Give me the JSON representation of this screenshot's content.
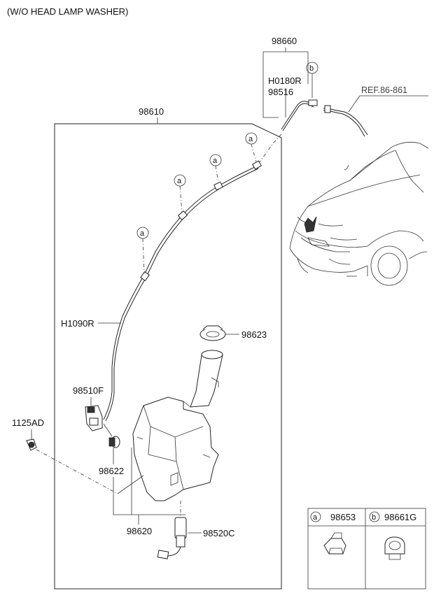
{
  "header": {
    "title": "(W/O HEAD LAMP WASHER)"
  },
  "labels": {
    "p98660": "98660",
    "h0180r": "H0180R",
    "p98516": "98516",
    "p98610": "98610",
    "ref": "REF.86-861",
    "h1090r": "H1090R",
    "p98623": "98623",
    "p98510f": "98510F",
    "p1125ad": "1125AD",
    "p98622": "98622",
    "p98620": "98620",
    "p98520c": "98520C"
  },
  "callouts": {
    "a": "a",
    "b": "b"
  },
  "legend": [
    {
      "marker": "a",
      "part": "98653"
    },
    {
      "marker": "b",
      "part": "98661G"
    }
  ]
}
